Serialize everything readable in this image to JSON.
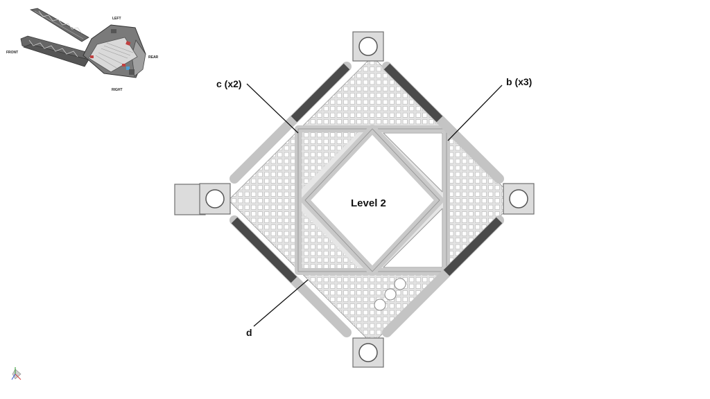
{
  "diagram": {
    "center_label": "Level 2",
    "callouts": {
      "c": "c (x2)",
      "b": "b (x3)",
      "d": "d"
    },
    "thumbnail": {
      "left": "LEFT",
      "front": "FRONT",
      "rear": "REAR",
      "right": "RIGHT"
    }
  },
  "colors": {
    "plate": "#e3e3e3",
    "edge": "#8a8a8a",
    "beam": "#cfcfcf",
    "dark_bar": "#4a4a4a",
    "hole": "#ffffff"
  }
}
